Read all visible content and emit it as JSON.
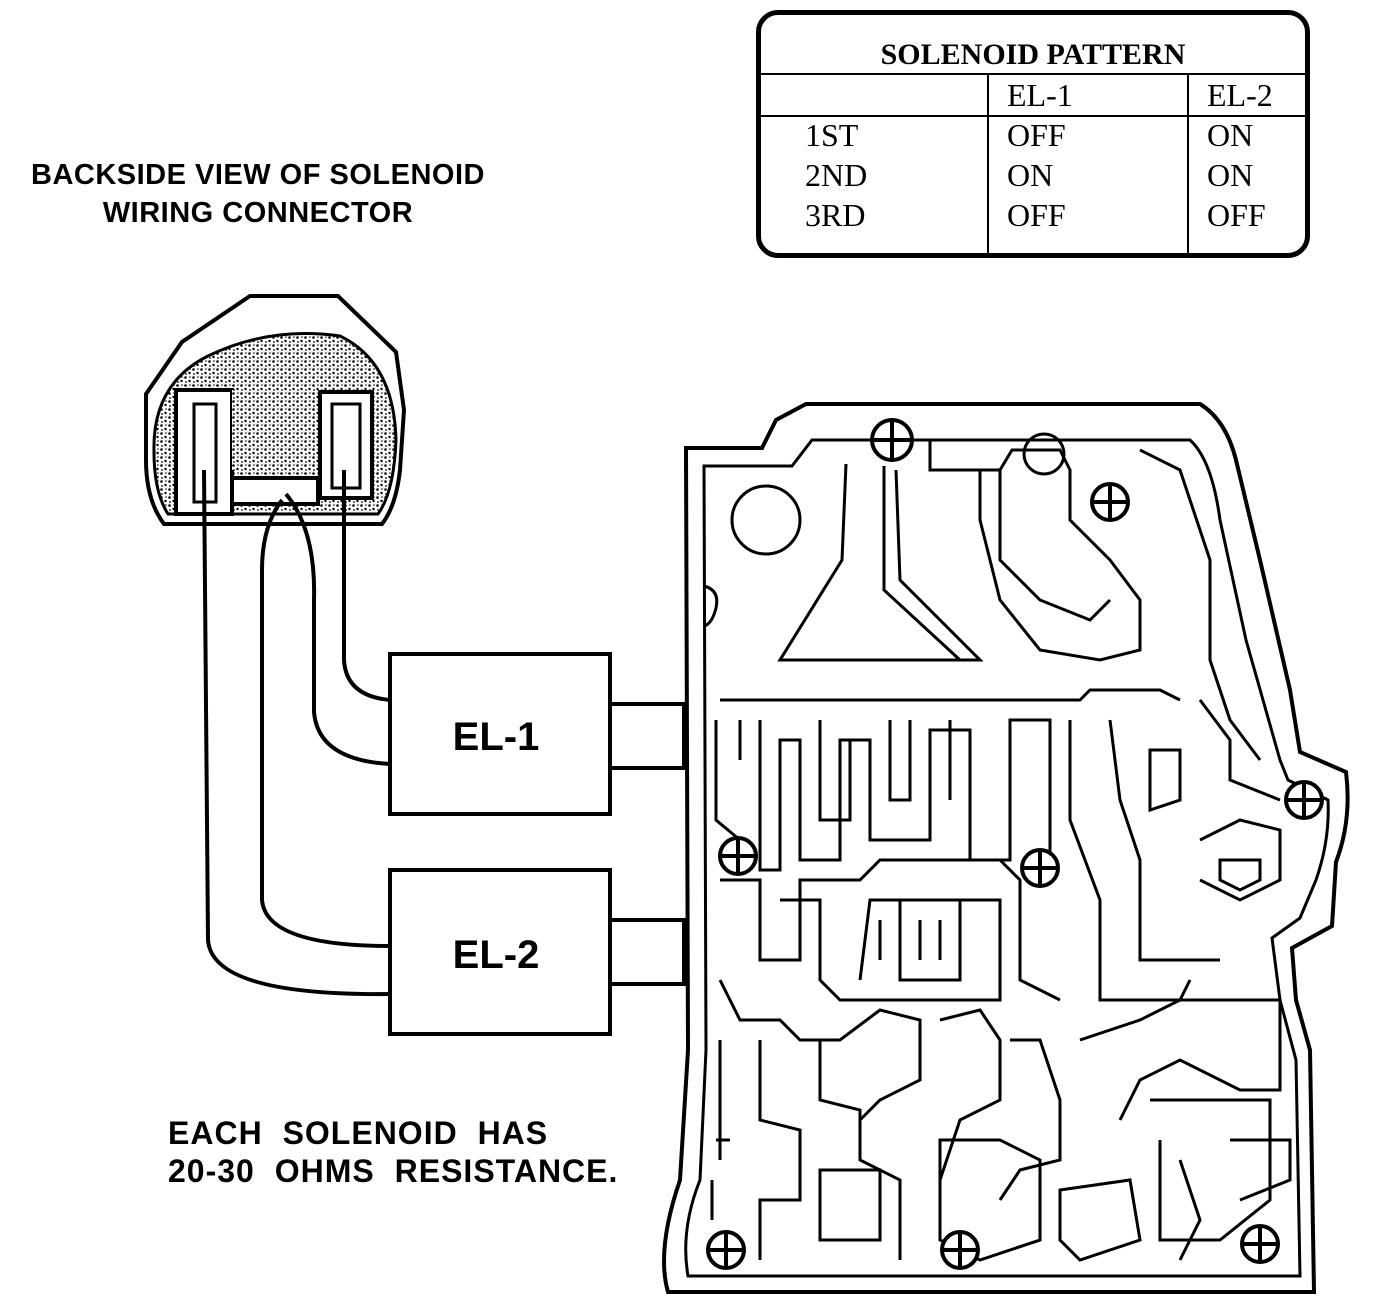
{
  "captions": {
    "connector_line1": "BACKSIDE VIEW OF SOLENOID",
    "connector_line2": "WIRING CONNECTOR",
    "resistance_line1": "EACH SOLENOID HAS",
    "resistance_line2": "20-30 OHMS RESISTANCE."
  },
  "pattern_table": {
    "title": "SOLENOID PATTERN",
    "columns": [
      "",
      "EL-1",
      "EL-2"
    ],
    "rows": [
      {
        "gear": "1ST",
        "el1": "OFF",
        "el2": "ON"
      },
      {
        "gear": "2ND",
        "el1": "ON",
        "el2": "ON"
      },
      {
        "gear": "3RD",
        "el1": "OFF",
        "el2": "OFF"
      }
    ]
  },
  "solenoids": {
    "el1_label": "EL-1",
    "el2_label": "EL-2"
  }
}
